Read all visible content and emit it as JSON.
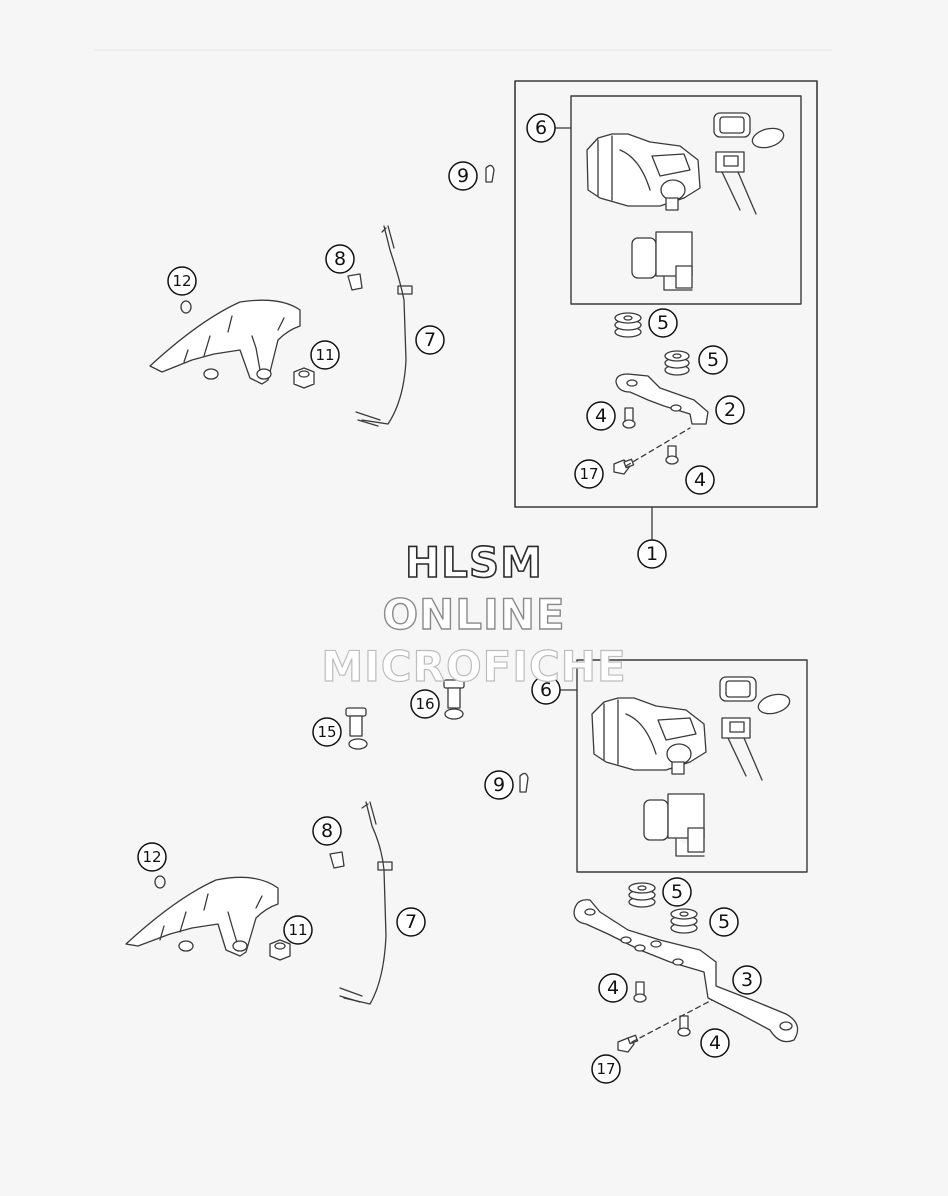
{
  "watermark": {
    "line1": "HLSM",
    "line2": "ONLINE",
    "line3": "MICROFICHE"
  },
  "callouts": {
    "c1": "1",
    "c2": "2",
    "c3": "3",
    "c4": "4",
    "c5": "5",
    "c6": "6",
    "c7": "7",
    "c8": "8",
    "c9": "9",
    "c11": "11",
    "c12": "12",
    "c15": "15",
    "c16": "16",
    "c17": "17"
  },
  "colors": {
    "line": "#3a3a3a",
    "background": "#f6f6f6",
    "part_fill": "#ffffff"
  }
}
